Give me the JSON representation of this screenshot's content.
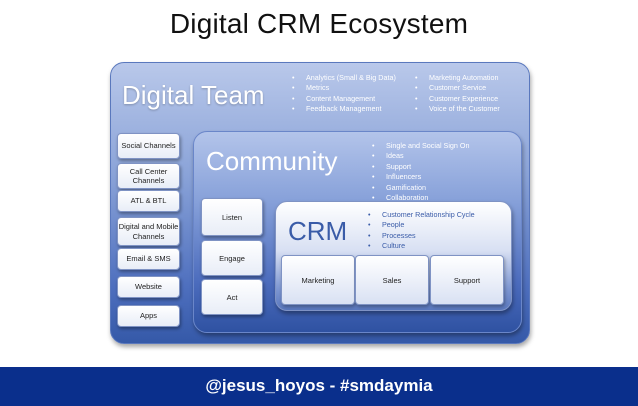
{
  "title": "Digital CRM Ecosystem",
  "digital_team": {
    "label": "Digital Team",
    "bullets_left": [
      "Analytics (Small & Big Data)",
      "Metrics",
      "Content Management",
      "Feedback Management"
    ],
    "bullets_right": [
      "Marketing Automation",
      "Customer Service",
      "Customer Experience",
      "Voice of the Customer"
    ],
    "channels": [
      "Social Channels",
      "Call Center Channels",
      "ATL & BTL",
      "Digital and Mobile Channels",
      "Email & SMS",
      "Website",
      "Apps"
    ]
  },
  "community": {
    "label": "Community",
    "bullets": [
      "Single and Social Sign On",
      "Ideas",
      "Support",
      "Influencers",
      "Gamification",
      "Collaboration"
    ],
    "engagement": [
      "Listen",
      "Engage",
      "Act"
    ]
  },
  "crm": {
    "label": "CRM",
    "bullets": [
      "Customer Relationship Cycle",
      "People",
      "Processes",
      "Culture"
    ],
    "functions": [
      "Marketing",
      "Sales",
      "Support"
    ]
  },
  "footer": {
    "text": "@jesus_hoyos - #smdaymia"
  }
}
